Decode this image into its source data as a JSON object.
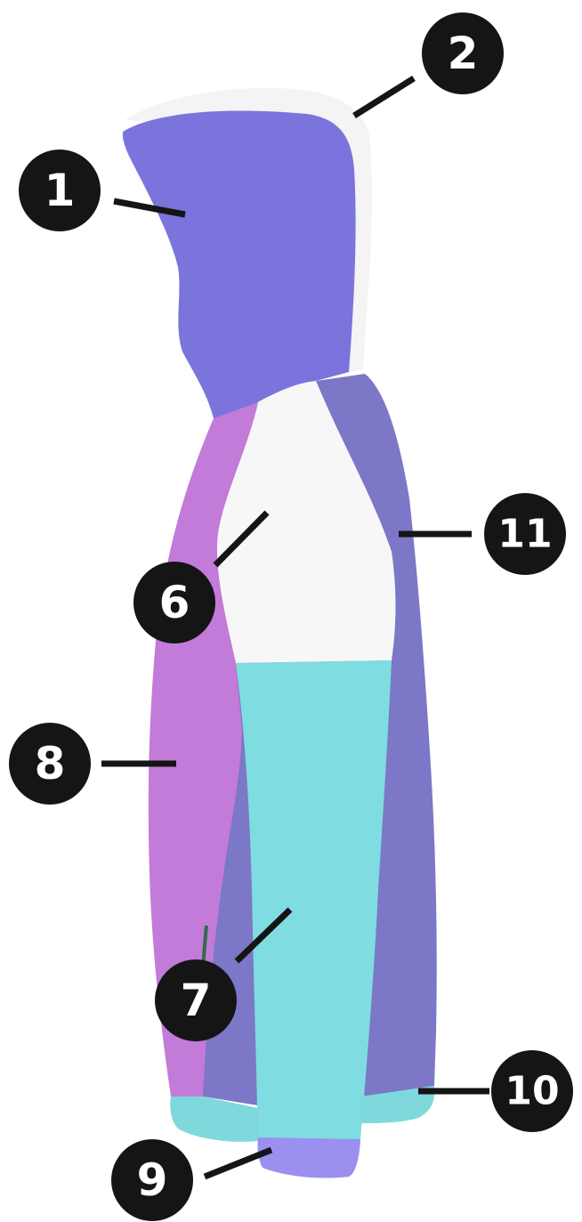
{
  "diagram": {
    "subject": "hoodie-side-view",
    "callouts": [
      {
        "id": "1",
        "label": "1"
      },
      {
        "id": "2",
        "label": "2"
      },
      {
        "id": "6",
        "label": "6"
      },
      {
        "id": "7",
        "label": "7"
      },
      {
        "id": "8",
        "label": "8"
      },
      {
        "id": "9",
        "label": "9"
      },
      {
        "id": "10",
        "label": "10"
      },
      {
        "id": "11",
        "label": "11"
      }
    ]
  },
  "colors": {
    "hood_outer": "#7b74dd",
    "hood_lining": "#f4f4f4",
    "side_panel": "#7c77c6",
    "front_panel": "#c27bd8",
    "sleeve_upper": "#f7f7f7",
    "sleeve_lower": "#7fdce0",
    "hem_cuff": "#7fd8dc",
    "sleeve_cuff": "#9b8ff0",
    "marker_fill": "#151515",
    "leader_line": "#151515"
  }
}
